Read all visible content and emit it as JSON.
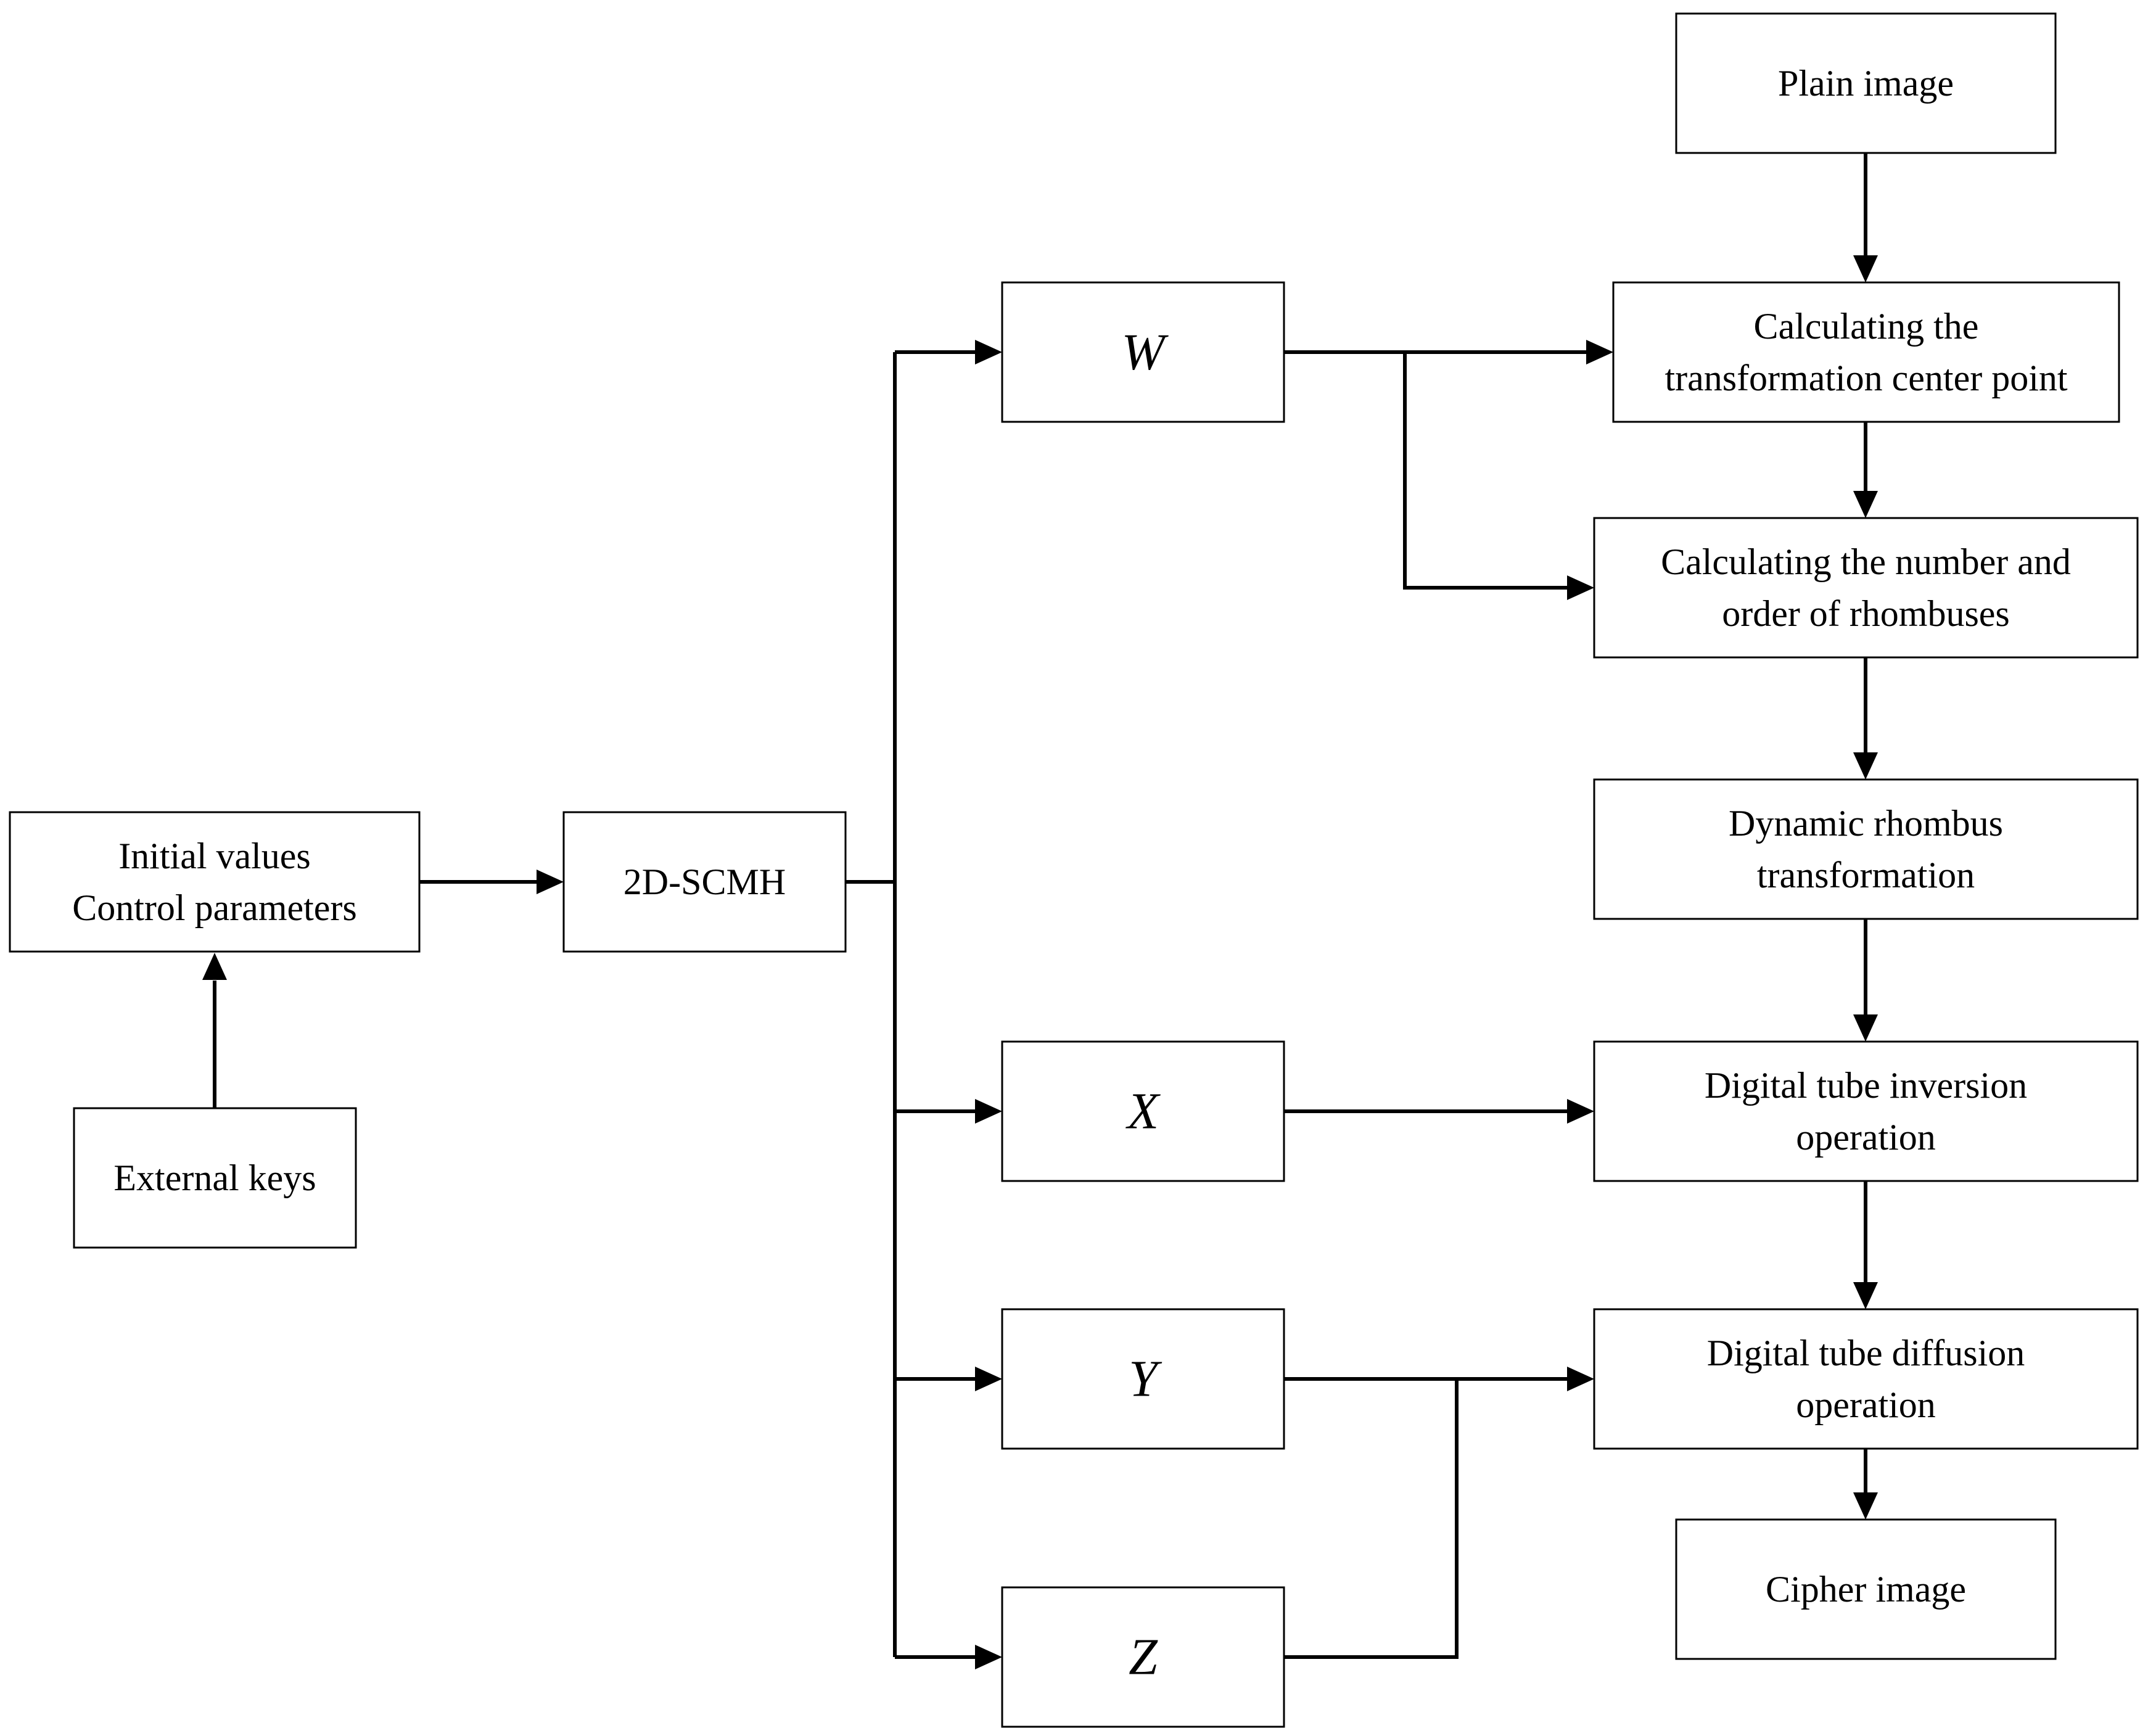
{
  "diagram": {
    "nodes": {
      "initial_values": {
        "lines": [
          "Initial values",
          "Control parameters"
        ]
      },
      "external_keys": {
        "lines": [
          "External keys"
        ]
      },
      "map": {
        "lines": [
          "2D-SCMH"
        ]
      },
      "w": {
        "lines": [
          "W"
        ]
      },
      "x": {
        "lines": [
          "X"
        ]
      },
      "y": {
        "lines": [
          "Y"
        ]
      },
      "z": {
        "lines": [
          "Z"
        ]
      },
      "plain_image": {
        "lines": [
          "Plain image"
        ]
      },
      "calc_center": {
        "lines": [
          "Calculating the",
          "transformation center point"
        ]
      },
      "calc_rhombus": {
        "lines": [
          "Calculating the number and",
          "order of rhombuses"
        ]
      },
      "dynamic_rhombus": {
        "lines": [
          "Dynamic rhombus",
          "transformation"
        ]
      },
      "inversion": {
        "lines": [
          "Digital tube inversion",
          "operation"
        ]
      },
      "diffusion": {
        "lines": [
          "Digital tube diffusion",
          "operation"
        ]
      },
      "cipher_image": {
        "lines": [
          "Cipher image"
        ]
      }
    },
    "edges": [
      [
        "external_keys",
        "initial_values"
      ],
      [
        "initial_values",
        "map"
      ],
      [
        "map",
        "w"
      ],
      [
        "map",
        "x"
      ],
      [
        "map",
        "y"
      ],
      [
        "map",
        "z"
      ],
      [
        "w",
        "calc_center"
      ],
      [
        "w",
        "calc_rhombus"
      ],
      [
        "plain_image",
        "calc_center"
      ],
      [
        "calc_center",
        "calc_rhombus"
      ],
      [
        "calc_rhombus",
        "dynamic_rhombus"
      ],
      [
        "dynamic_rhombus",
        "inversion"
      ],
      [
        "x",
        "inversion"
      ],
      [
        "inversion",
        "diffusion"
      ],
      [
        "y",
        "diffusion"
      ],
      [
        "z",
        "diffusion"
      ],
      [
        "diffusion",
        "cipher_image"
      ]
    ]
  }
}
